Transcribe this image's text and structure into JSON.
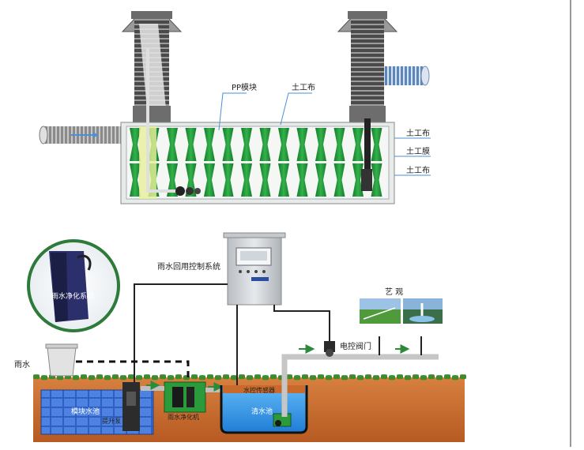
{
  "top_diagram": {
    "labels": {
      "pp_module": "PP模块",
      "geotextile_top": "土工布",
      "right_geotextile_1": "土工布",
      "right_geomembrane": "土工膜",
      "right_geotextile_2": "土工布"
    }
  },
  "bottom_diagram": {
    "labels": {
      "control_system": "雨水回用控制系统",
      "purification_system": "雨水净化系统",
      "rain": "雨水",
      "module_tank": "模块水池",
      "lift_pump": "提升泵",
      "purifier": "雨水净化机",
      "water_sensor": "水控传感器",
      "clear_tank": "清水池",
      "landscape": "艺  观",
      "valve": "电控阀门"
    }
  },
  "colors": {
    "module_green": "#1f9e3a",
    "soil": "#c96a2c",
    "grass": "#3f8a2d",
    "water_blue": "#2e8fe0",
    "module_tank_blue": "#2a56b8",
    "callout_line": "#4a8fd8",
    "cabinet": "#d7dbe0"
  }
}
